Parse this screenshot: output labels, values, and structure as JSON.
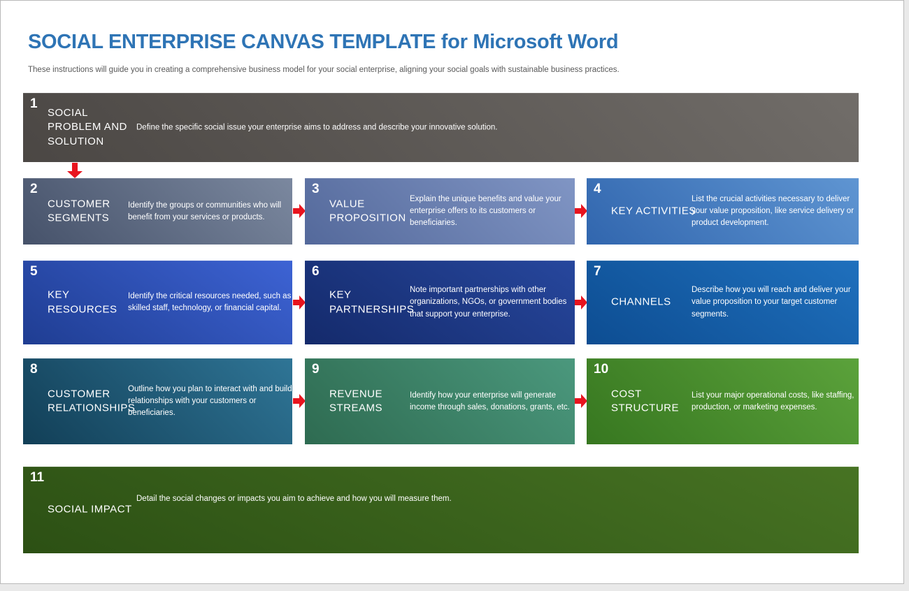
{
  "header": {
    "title": "SOCIAL ENTERPRISE CANVAS TEMPLATE for Microsoft Word",
    "subtitle": "These instructions will guide you in creating a comprehensive business model for your social enterprise, aligning your social goals with sustainable business practices."
  },
  "colors": {
    "title_blue": "#2E74B5",
    "subtitle_gray": "#595959",
    "arrow_red": "#E8141E",
    "page_background": "#FFFFFF",
    "outer_background": "#E9E9E9"
  },
  "icons": {
    "flow_arrow_right": "right-arrow-icon (red block arrow)",
    "flow_arrow_down": "down-arrow-icon (red block arrow)"
  },
  "boxes": [
    {
      "number": "1",
      "title": "SOCIAL PROBLEM AND SOLUTION",
      "description": "Define the specific social issue your enterprise aims to address and describe your innovative solution.",
      "gradient": [
        "#716D69",
        "#4B4744"
      ]
    },
    {
      "number": "2",
      "title": "CUSTOMER SEGMENTS",
      "description": "Identify the groups or communities who will benefit from your services or products.",
      "gradient": [
        "#7B889F",
        "#46526A"
      ]
    },
    {
      "number": "3",
      "title": "VALUE PROPOSITION",
      "description": "Explain the unique benefits and value your enterprise offers to its customers or beneficiaries.",
      "gradient": [
        "#8095C4",
        "#54699B"
      ]
    },
    {
      "number": "4",
      "title": "KEY ACTIVITIES",
      "description": "List the crucial activities necessary to deliver your value proposition, like service delivery or product development.",
      "gradient": [
        "#5F95D2",
        "#3166AE"
      ]
    },
    {
      "number": "5",
      "title": "KEY RESOURCES",
      "description": "Identify the critical resources needed, such as skilled staff, technology, or financial capital.",
      "gradient": [
        "#3D63D4",
        "#1F3D92"
      ]
    },
    {
      "number": "6",
      "title": "KEY PARTNERSHIPS",
      "description": "Note important partnerships with other organizations, NGOs, or government bodies that support your enterprise.",
      "gradient": [
        "#27479D",
        "#142A6B"
      ]
    },
    {
      "number": "7",
      "title": "CHANNELS",
      "description": "Describe how you will reach and deliver your value proposition to your target customer segments.",
      "gradient": [
        "#1F70BD",
        "#0D4D92"
      ]
    },
    {
      "number": "8",
      "title": "CUSTOMER RELATIONSHIPS",
      "description": "Outline how you plan to interact with and build relationships with your customers or beneficiaries.",
      "gradient": [
        "#2F7596",
        "#123F57"
      ]
    },
    {
      "number": "9",
      "title": "REVENUE STREAMS",
      "description": "Identify how your enterprise will generate income through sales, donations, grants, etc.",
      "gradient": [
        "#4B987D",
        "#2E6B51"
      ]
    },
    {
      "number": "10",
      "title": "COST STRUCTURE",
      "description": "List your major operational costs, like staffing, production, or marketing expenses.",
      "gradient": [
        "#5BA23B",
        "#377720"
      ]
    },
    {
      "number": "11",
      "title": "SOCIAL IMPACT",
      "description": "Detail the social changes or impacts you aim to achieve and how you will measure them.",
      "gradient": [
        "#477323",
        "#2C5014"
      ]
    }
  ]
}
